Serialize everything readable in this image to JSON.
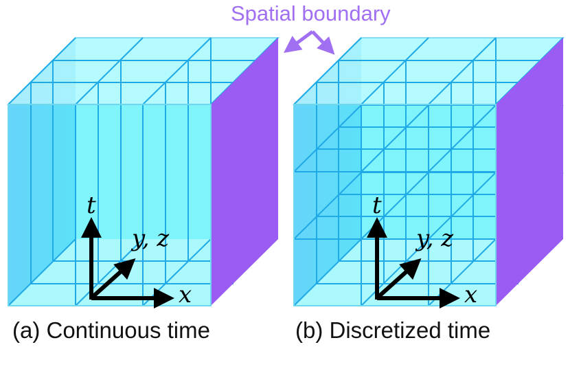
{
  "annotation": {
    "label": "Spatial boundary",
    "color": "#a06ff2"
  },
  "panels": [
    {
      "id": "a",
      "caption": "(a) Continuous time",
      "axes": {
        "t": "t",
        "yz": "y, z",
        "x": "x"
      }
    },
    {
      "id": "b",
      "caption": "(b) Discretized time",
      "axes": {
        "t": "t",
        "yz": "y, z",
        "x": "x"
      }
    }
  ],
  "colors": {
    "volume_fill": "#66f4fb",
    "grid_line": "#1fa9e6",
    "boundary_face": "#8a5cf5",
    "axis": "#000000"
  }
}
